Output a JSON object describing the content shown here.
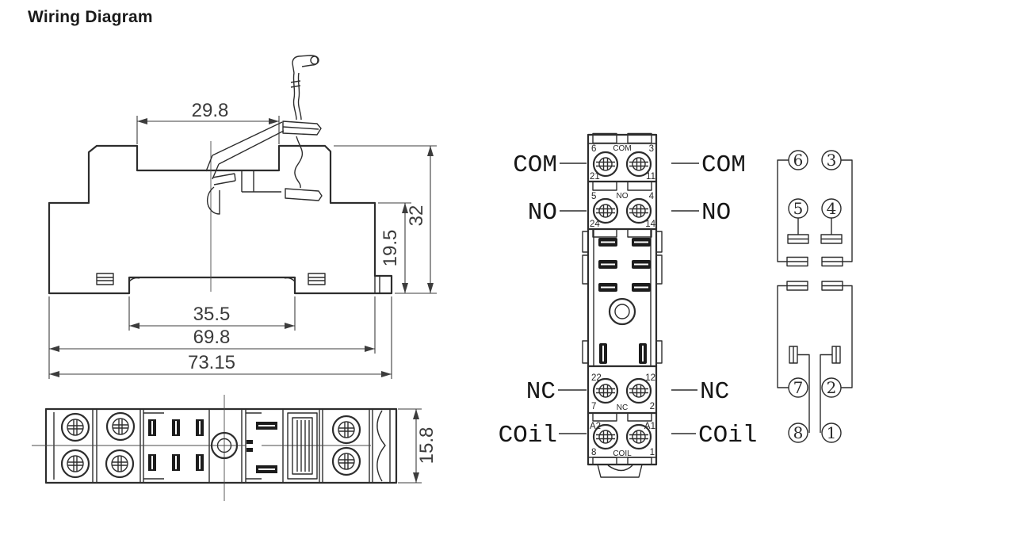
{
  "title": "Wiring Diagram",
  "side_view": {
    "dims": {
      "pocket_width": "29.8",
      "channel_width": "35.5",
      "body_width": "69.8",
      "total_width": "73.15",
      "total_height": "32",
      "lower_height": "19.5"
    }
  },
  "top_view": {
    "dims": {
      "depth": "15.8"
    }
  },
  "front_view": {
    "left_labels": {
      "com": "COM",
      "no": "NO",
      "nc": "NC",
      "coil": "COil"
    },
    "right_labels": {
      "com": "COM",
      "no": "NO",
      "nc": "NC",
      "coil": "COil"
    },
    "com_block": {
      "tl": "6",
      "tc": "COM",
      "tr": "3",
      "bl": "21",
      "br": "11"
    },
    "no_block": {
      "tl": "5",
      "tc": "NO",
      "tr": "4",
      "bl": "24",
      "br": "14"
    },
    "nc_block": {
      "tl": "22",
      "tr": "12",
      "bl": "7",
      "bc": "NC",
      "br": "2"
    },
    "coil_block": {
      "tl": "A2",
      "tr": "A1",
      "bl": "8",
      "bc": "COIL",
      "br": "1"
    }
  },
  "schematic": {
    "pins": {
      "p6": "6",
      "p3": "3",
      "p5": "5",
      "p4": "4",
      "p7": "7",
      "p2": "2",
      "p8": "8",
      "p1": "1"
    }
  }
}
